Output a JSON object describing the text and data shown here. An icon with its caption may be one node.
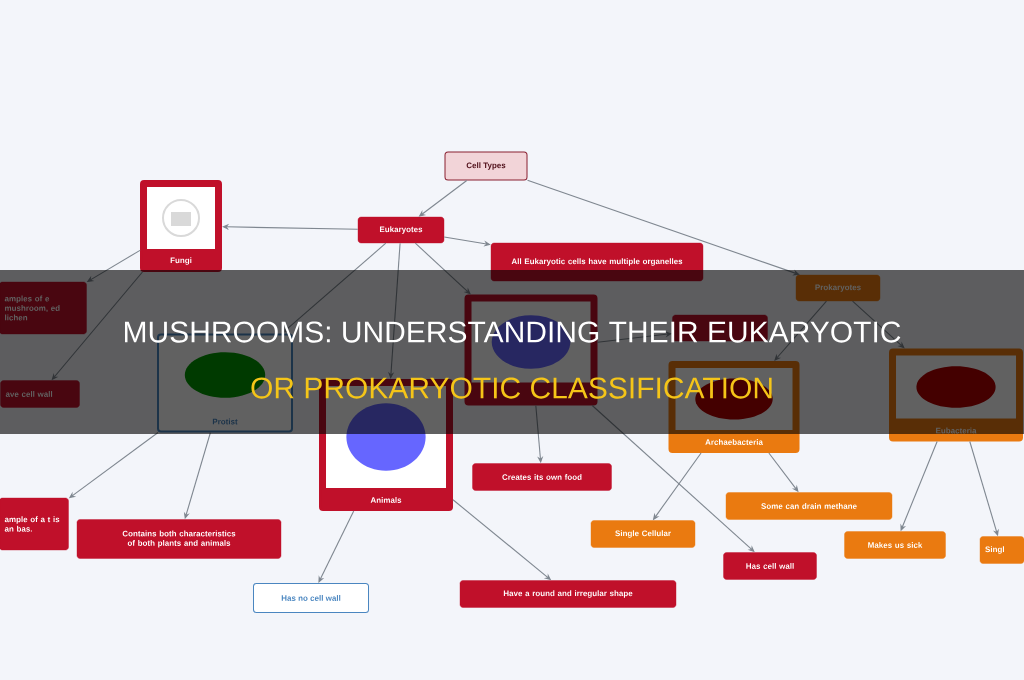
{
  "diagram": {
    "title": "MUSHROOMS: UNDERSTANDING THEIR EUKARYOTIC",
    "nodes": [
      {
        "text": [
          "Cell Types"
        ]
      },
      {
        "text": [
          "Eukaryotes"
        ]
      },
      {
        "text": [
          "Prokaryotes"
        ]
      },
      {
        "text": [
          "Fungi"
        ]
      },
      {
        "text": [
          "All Eukaryotic cells have multiple organelles"
        ]
      },
      {
        "text": [
          "amples of e mushroom, ed lichen"
        ]
      },
      {
        "text": [
          "ave cell wall"
        ]
      },
      {
        "text": [
          "Protist"
        ]
      },
      {
        "text": [
          "Animals"
        ]
      },
      {
        "text": [],
        "shape": "picture"
      },
      {
        "text": [],
        "shape": "box"
      },
      {
        "text": [
          "ample of a t is an bas."
        ]
      },
      {
        "text": [
          "Contains both characteristics of both plants and animals"
        ]
      },
      {
        "text": [
          "Has no cell wall"
        ]
      },
      {
        "text": [
          "Have a round and irregular shape"
        ]
      },
      {
        "text": [
          "Creates its own food"
        ]
      },
      {
        "text": [
          "Has cell wall"
        ]
      },
      {
        "text": [
          "Archaebacteria"
        ]
      },
      {
        "text": [
          "Eubacteria"
        ]
      },
      {
        "text": [
          "Single Cellular"
        ]
      },
      {
        "text": [
          "Some can drain methane"
        ]
      },
      {
        "text": [
          "Makes us sick"
        ]
      },
      {
        "text": [
          "Singl"
        ]
      }
    ],
    "edges": [
      {
        "from": 0,
        "to": 1,
        "arrow": "to"
      },
      {
        "from": 0,
        "to": 2,
        "arrow": "to"
      },
      {
        "from": 1,
        "to": 3,
        "arrow": "to"
      },
      {
        "from": 1,
        "to": 4,
        "arrow": "to"
      },
      {
        "from": 3,
        "to": 5,
        "arrow": "to"
      },
      {
        "from": 3,
        "to": 6,
        "arrow": "to"
      },
      {
        "from": 1,
        "to": 7,
        "arrow": "to"
      },
      {
        "from": 1,
        "to": 8,
        "arrow": "to"
      },
      {
        "from": 1,
        "to": 9,
        "arrow": "to"
      },
      {
        "from": 9,
        "to": 10,
        "arrow": "to"
      },
      {
        "from": 7,
        "to": 11,
        "arrow": "to"
      },
      {
        "from": 7,
        "to": 12,
        "arrow": "to"
      },
      {
        "from": 8,
        "to": 13,
        "arrow": "to"
      },
      {
        "from": 8,
        "to": 14,
        "arrow": "to"
      },
      {
        "from": 9,
        "to": 15,
        "arrow": "to"
      },
      {
        "from": 9,
        "to": 16,
        "arrow": "to"
      },
      {
        "from": 2,
        "to": 17,
        "arrow": "to"
      },
      {
        "from": 2,
        "to": 18,
        "arrow": "to"
      },
      {
        "from": 17,
        "to": 19,
        "arrow": "to"
      },
      {
        "from": 17,
        "to": 20,
        "arrow": "to"
      },
      {
        "from": 18,
        "to": 21,
        "arrow": "to"
      },
      {
        "from": 18,
        "to": 22,
        "arrow": "to"
      }
    ],
    "labels": [
      "OR PROKARYOTIC CLASSIFICATION"
    ]
  }
}
